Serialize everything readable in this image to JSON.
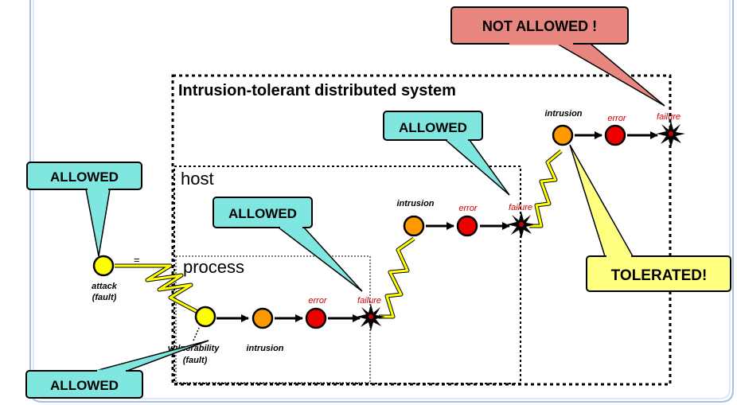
{
  "system_label": "Intrusion-tolerant distributed system",
  "host_label": "host",
  "process_label": "process",
  "callouts": {
    "not_allowed": "NOT ALLOWED !",
    "allowed_system": "ALLOWED",
    "allowed_host": "ALLOWED",
    "allowed_attack": "ALLOWED",
    "allowed_vulnerability": "ALLOWED",
    "tolerated": "TOLERATED!"
  },
  "nodes": {
    "attack_line1": "attack",
    "attack_line2": "(fault)",
    "vulnerability_line1": "vulnerability",
    "vulnerability_line2": "(fault)",
    "equals_sign": "=",
    "process_intrusion": "intrusion",
    "process_error": "error",
    "process_failure": "failure",
    "host_intrusion": "intrusion",
    "host_error": "error",
    "host_failure": "failure",
    "system_intrusion": "intrusion",
    "system_error": "error",
    "system_failure": "failure"
  },
  "colors": {
    "callout_cyan": "#7fe6e0",
    "callout_red": "#e8877f",
    "callout_yellow": "#ffff80",
    "node_yellow": "#ffff00",
    "node_orange": "#ff9900",
    "node_red": "#ee0000",
    "failure_label_red": "#cc0000",
    "slide_border": "#a9bfe0"
  }
}
